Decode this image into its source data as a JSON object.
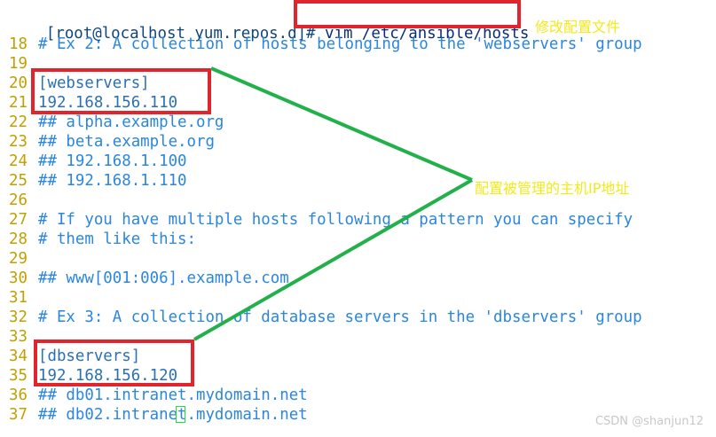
{
  "prompt": {
    "text": "[root@localhost yum.repos.d]# ",
    "command": "vim /etc/ansible/hosts"
  },
  "lines": [
    {
      "num": "18",
      "text": "# Ex 2: A collection of hosts belonging to the 'webservers' group",
      "kind": "comment"
    },
    {
      "num": "19",
      "text": "",
      "kind": "plain"
    },
    {
      "num": "20",
      "text": "[webservers]",
      "kind": "plain"
    },
    {
      "num": "21",
      "text": "192.168.156.110",
      "kind": "plain"
    },
    {
      "num": "22",
      "text": "## alpha.example.org",
      "kind": "comment"
    },
    {
      "num": "23",
      "text": "## beta.example.org",
      "kind": "comment"
    },
    {
      "num": "24",
      "text": "## 192.168.1.100",
      "kind": "comment"
    },
    {
      "num": "25",
      "text": "## 192.168.1.110",
      "kind": "comment"
    },
    {
      "num": "26",
      "text": "",
      "kind": "plain"
    },
    {
      "num": "27",
      "text": "# If you have multiple hosts following a pattern you can specify",
      "kind": "comment"
    },
    {
      "num": "28",
      "text": "# them like this:",
      "kind": "comment"
    },
    {
      "num": "29",
      "text": "",
      "kind": "plain"
    },
    {
      "num": "30",
      "text": "## www[001:006].example.com",
      "kind": "comment"
    },
    {
      "num": "31",
      "text": "",
      "kind": "plain"
    },
    {
      "num": "32",
      "text": "# Ex 3: A collection of database servers in the 'dbservers' group",
      "kind": "comment"
    },
    {
      "num": "33",
      "text": "",
      "kind": "plain"
    },
    {
      "num": "34",
      "text": "[dbservers]",
      "kind": "plain"
    },
    {
      "num": "35",
      "text": "192.168.156.120",
      "kind": "plain"
    },
    {
      "num": "36",
      "text": "## db01.intranet.mydomain.net",
      "kind": "comment"
    },
    {
      "num": "37",
      "text": "## db02.intranet.mydomain.net",
      "kind": "comment"
    }
  ],
  "annotations": {
    "edit_config": "修改配置文件",
    "managed_hosts": "配置被管理的主机IP地址"
  },
  "watermark": "CSDN @shanjun12",
  "colors": {
    "highlight_box": "#e1252d",
    "connector": "#22b04a",
    "annotation_text": "#f2ea1a",
    "line_number": "#c0a000",
    "comment": "#2a86e0",
    "cursor": "#27d64b"
  }
}
